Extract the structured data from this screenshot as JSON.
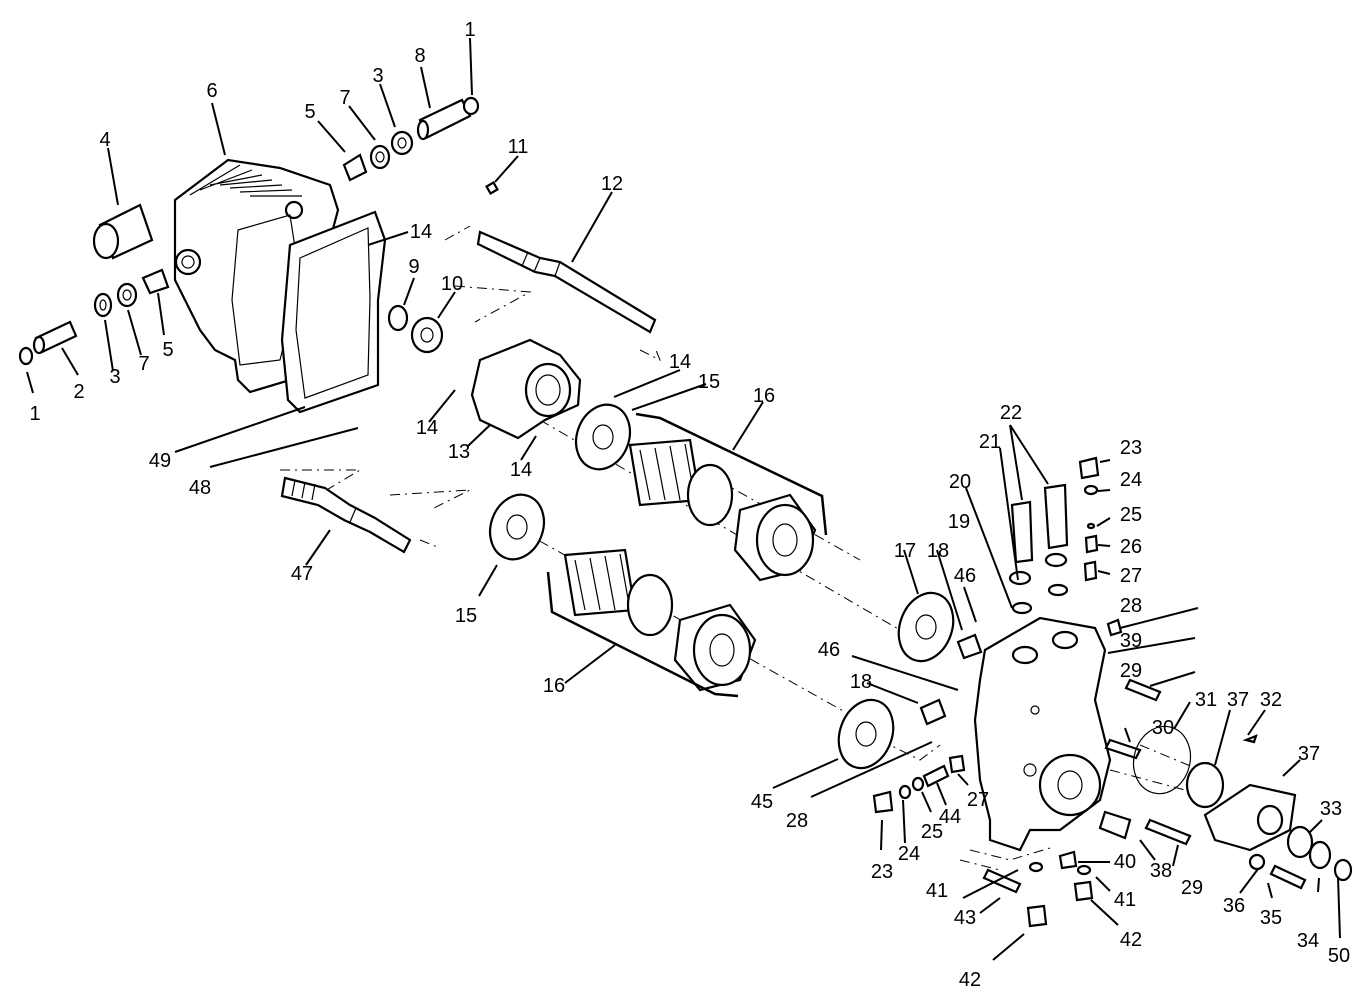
{
  "diagram": {
    "type": "exploded-parts-view",
    "labels": [
      {
        "id": "p1a",
        "text": "1"
      },
      {
        "id": "p1b",
        "text": "1"
      },
      {
        "id": "p2",
        "text": "2"
      },
      {
        "id": "p3a",
        "text": "3"
      },
      {
        "id": "p3b",
        "text": "3"
      },
      {
        "id": "p4",
        "text": "4"
      },
      {
        "id": "p5a",
        "text": "5"
      },
      {
        "id": "p5b",
        "text": "5"
      },
      {
        "id": "p6",
        "text": "6"
      },
      {
        "id": "p7a",
        "text": "7"
      },
      {
        "id": "p7b",
        "text": "7"
      },
      {
        "id": "p8",
        "text": "8"
      },
      {
        "id": "p9",
        "text": "9"
      },
      {
        "id": "p10",
        "text": "10"
      },
      {
        "id": "p11",
        "text": "11"
      },
      {
        "id": "p12",
        "text": "12"
      },
      {
        "id": "p13",
        "text": "13"
      },
      {
        "id": "p14a",
        "text": "14"
      },
      {
        "id": "p14b",
        "text": "14"
      },
      {
        "id": "p14c",
        "text": "14"
      },
      {
        "id": "p14d",
        "text": "14"
      },
      {
        "id": "p15a",
        "text": "15"
      },
      {
        "id": "p15b",
        "text": "15"
      },
      {
        "id": "p16a",
        "text": "16"
      },
      {
        "id": "p16b",
        "text": "16"
      },
      {
        "id": "p17",
        "text": "17"
      },
      {
        "id": "p18a",
        "text": "18"
      },
      {
        "id": "p18b",
        "text": "18"
      },
      {
        "id": "p19",
        "text": "19"
      },
      {
        "id": "p20",
        "text": "20"
      },
      {
        "id": "p21",
        "text": "21"
      },
      {
        "id": "p22",
        "text": "22"
      },
      {
        "id": "p23a",
        "text": "23"
      },
      {
        "id": "p23b",
        "text": "23"
      },
      {
        "id": "p24a",
        "text": "24"
      },
      {
        "id": "p24b",
        "text": "24"
      },
      {
        "id": "p25a",
        "text": "25"
      },
      {
        "id": "p25b",
        "text": "25"
      },
      {
        "id": "p26",
        "text": "26"
      },
      {
        "id": "p27a",
        "text": "27"
      },
      {
        "id": "p27b",
        "text": "27"
      },
      {
        "id": "p28a",
        "text": "28"
      },
      {
        "id": "p28b",
        "text": "28"
      },
      {
        "id": "p29a",
        "text": "29"
      },
      {
        "id": "p29b",
        "text": "29"
      },
      {
        "id": "p30",
        "text": "30"
      },
      {
        "id": "p31",
        "text": "31"
      },
      {
        "id": "p32",
        "text": "32"
      },
      {
        "id": "p33",
        "text": "33"
      },
      {
        "id": "p34",
        "text": "34"
      },
      {
        "id": "p35",
        "text": "35"
      },
      {
        "id": "p36",
        "text": "36"
      },
      {
        "id": "p37a",
        "text": "37"
      },
      {
        "id": "p37b",
        "text": "37"
      },
      {
        "id": "p38",
        "text": "38"
      },
      {
        "id": "p39",
        "text": "39"
      },
      {
        "id": "p40",
        "text": "40"
      },
      {
        "id": "p41a",
        "text": "41"
      },
      {
        "id": "p41b",
        "text": "41"
      },
      {
        "id": "p42a",
        "text": "42"
      },
      {
        "id": "p42b",
        "text": "42"
      },
      {
        "id": "p43",
        "text": "43"
      },
      {
        "id": "p44",
        "text": "44"
      },
      {
        "id": "p45",
        "text": "45"
      },
      {
        "id": "p46a",
        "text": "46"
      },
      {
        "id": "p46b",
        "text": "46"
      },
      {
        "id": "p47",
        "text": "47"
      },
      {
        "id": "p48",
        "text": "48"
      },
      {
        "id": "p49",
        "text": "49"
      },
      {
        "id": "p50",
        "text": "50"
      }
    ]
  }
}
